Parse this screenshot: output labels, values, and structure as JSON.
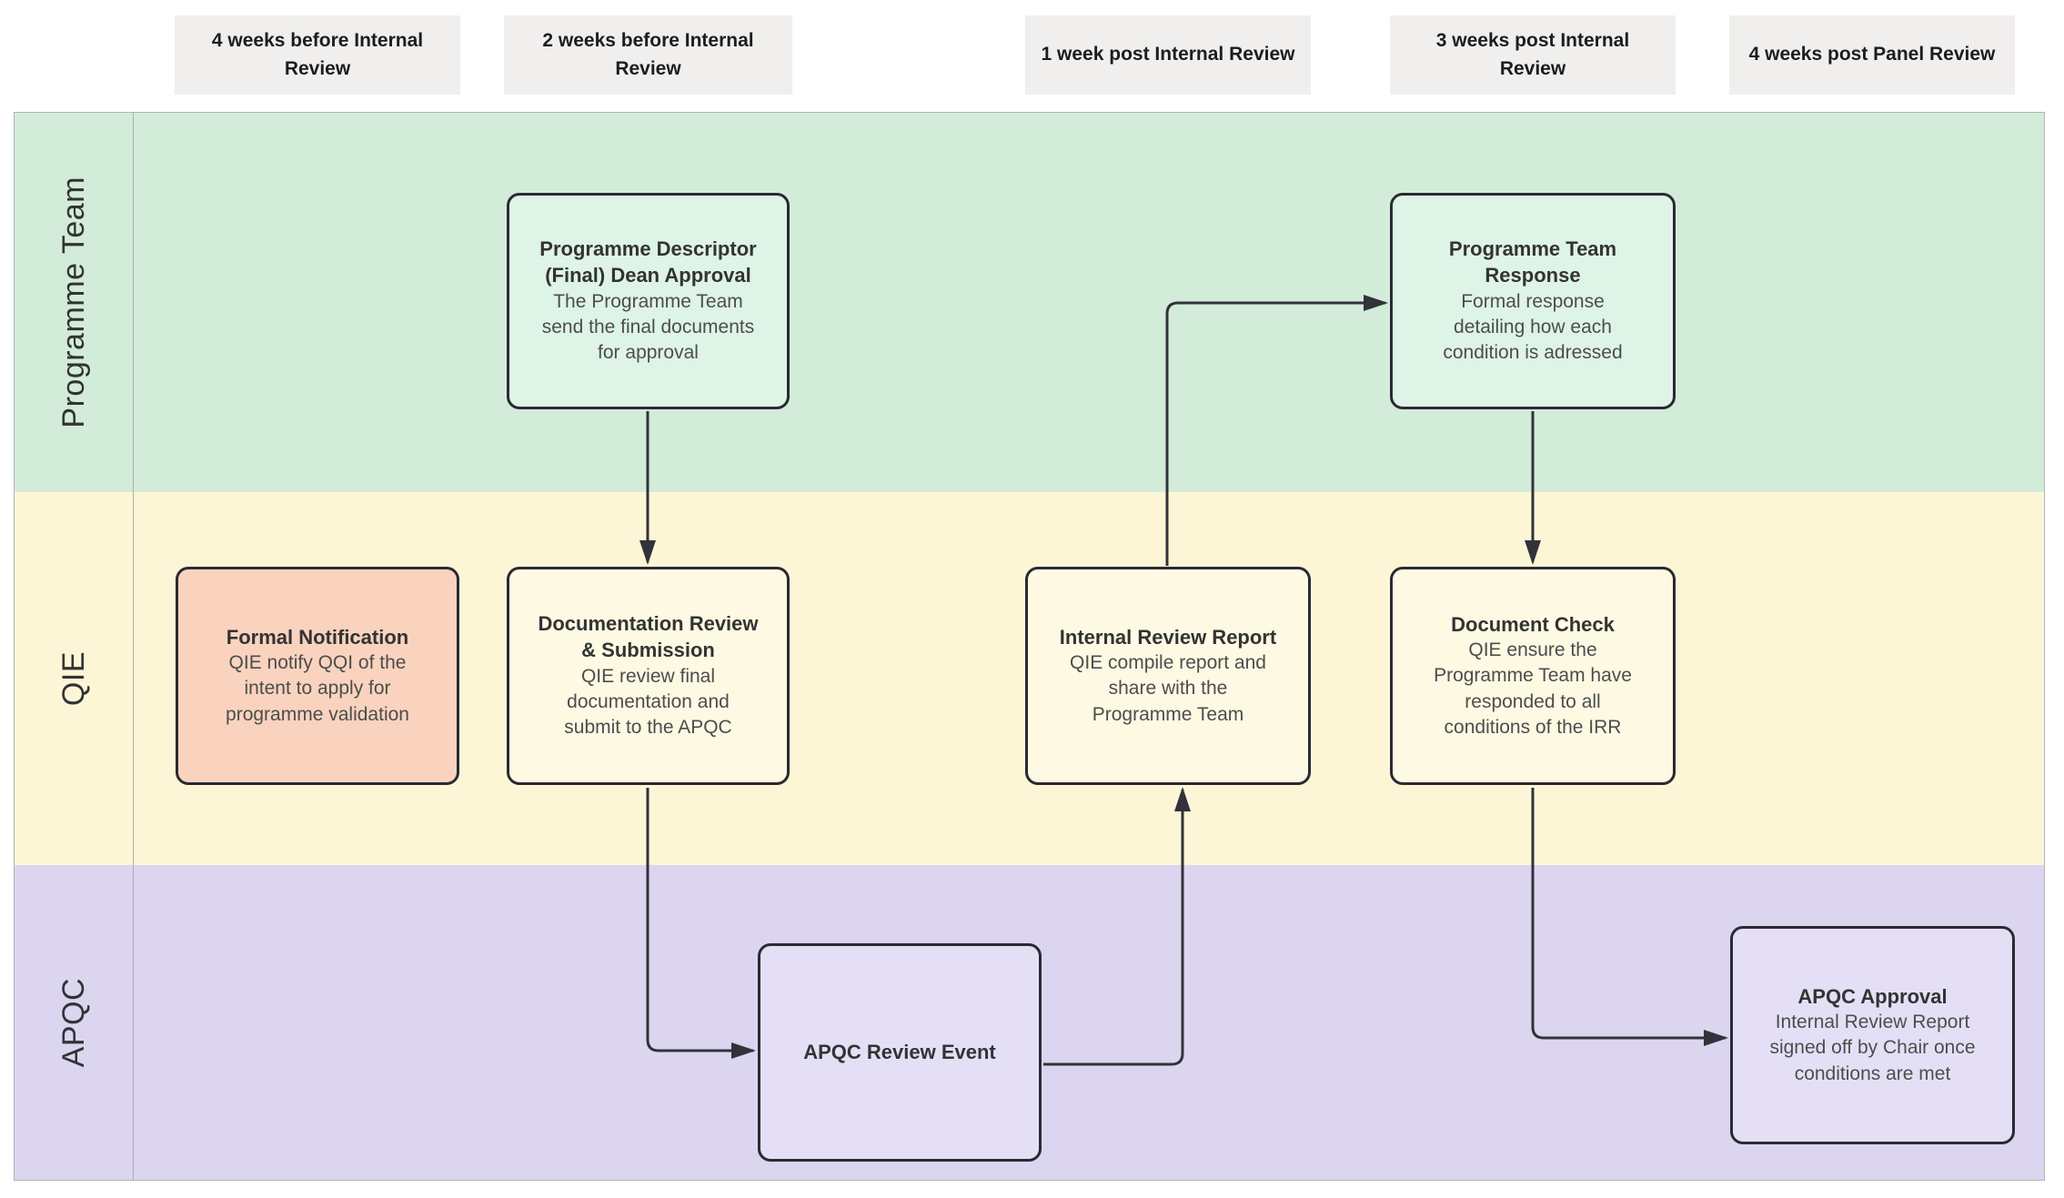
{
  "diagram": {
    "timeline_headers": [
      {
        "label": "4 weeks before Internal Review"
      },
      {
        "label": "2 weeks before Internal Review"
      },
      {
        "label": "1 week post Internal Review"
      },
      {
        "label": "3 weeks post Internal Review"
      },
      {
        "label": "4 weeks post Panel Review"
      }
    ],
    "lanes": [
      {
        "id": "programme-team",
        "label": "Programme Team",
        "color": "#d3ecda"
      },
      {
        "id": "qie",
        "label": "QIE",
        "color": "#fdf6d6"
      },
      {
        "id": "apqc",
        "label": "APQC",
        "color": "#dcd5f0"
      }
    ],
    "boxes": [
      {
        "id": "programme-descriptor",
        "lane": "Programme Team",
        "title": "Programme Descriptor (Final) Dean Approval",
        "description": "The Programme Team send the final documents for approval",
        "fill": "#def4e6"
      },
      {
        "id": "programme-team-response",
        "lane": "Programme Team",
        "title": "Programme Team Response",
        "description": "Formal response detailing how each condition is adressed",
        "fill": "#def4e6"
      },
      {
        "id": "formal-notification",
        "lane": "QIE",
        "title": "Formal Notification",
        "description": "QIE notify QQI of the intent to apply for programme validation",
        "fill": "#f9d3be"
      },
      {
        "id": "documentation-review",
        "lane": "QIE",
        "title": "Documentation Review & Submission",
        "description": "QIE review final documentation and submit to the APQC",
        "fill": "#fdf9e3"
      },
      {
        "id": "internal-review-report",
        "lane": "QIE",
        "title": "Internal Review Report",
        "description": "QIE compile report and share with the Programme Team",
        "fill": "#fdf9e3"
      },
      {
        "id": "document-check",
        "lane": "QIE",
        "title": "Document Check",
        "description": "QIE ensure the Programme Team have responded to all conditions of the IRR",
        "fill": "#fdf9e3"
      },
      {
        "id": "apqc-review-event",
        "lane": "APQC",
        "title": "APQC Review Event",
        "description": "",
        "fill": "#e5dff6"
      },
      {
        "id": "apqc-approval",
        "lane": "APQC",
        "title": "APQC Approval",
        "description": "Internal Review Report signed off by Chair once conditions are met",
        "fill": "#e5dff6"
      }
    ],
    "connections": [
      {
        "from": "programme-descriptor",
        "to": "documentation-review"
      },
      {
        "from": "documentation-review",
        "to": "apqc-review-event"
      },
      {
        "from": "apqc-review-event",
        "to": "internal-review-report"
      },
      {
        "from": "internal-review-report",
        "to": "programme-team-response"
      },
      {
        "from": "programme-team-response",
        "to": "document-check"
      },
      {
        "from": "document-check",
        "to": "apqc-approval"
      }
    ],
    "colors": {
      "header_bg": "#f0efee",
      "node_border": "#2a2a32",
      "arrow": "#32323a",
      "salmon_node": "#f9d3be"
    }
  }
}
